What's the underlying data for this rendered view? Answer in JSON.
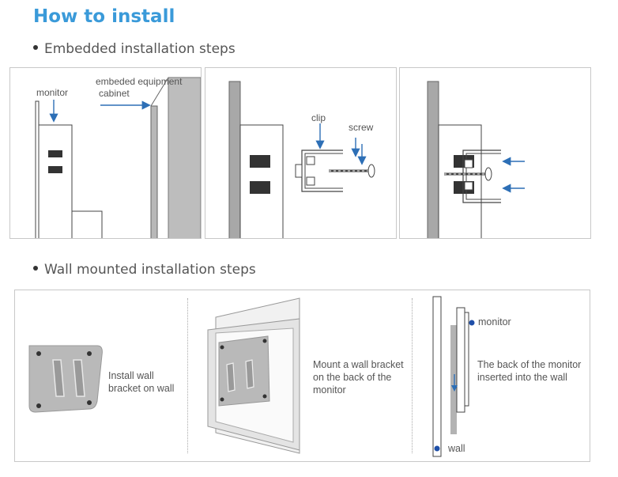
{
  "title": "How to install",
  "embedded": {
    "heading": "Embedded installation steps",
    "labels": {
      "monitor": "monitor",
      "cabinet_line1": "embeded equipment",
      "cabinet_line2": "cabinet",
      "clip": "clip",
      "screw": "screw"
    }
  },
  "wall": {
    "heading": "Wall mounted installation steps",
    "step1": {
      "line1": "Install wall",
      "line2": "bracket on wall"
    },
    "step2": {
      "line1": "Mount a wall bracket",
      "line2": "on the back of the",
      "line3": "monitor"
    },
    "step3": {
      "monitor": "monitor",
      "back_line1": "The back of the monitor",
      "back_line2": "inserted into the wall",
      "wall": "wall"
    }
  },
  "colors": {
    "title": "#3a9ad9",
    "arrow": "#2d6fb6",
    "dot": "#1f4fa8"
  }
}
